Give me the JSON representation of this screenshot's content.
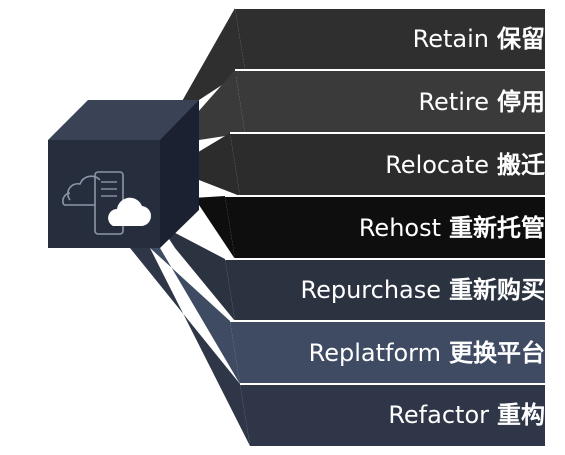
{
  "strategies": [
    {
      "en": "Retain",
      "zh": "保留",
      "color": "#2f2f2f"
    },
    {
      "en": "Retire",
      "zh": "停用",
      "color": "#3a3a3a"
    },
    {
      "en": "Relocate",
      "zh": "搬迁",
      "color": "#2c2c2c"
    },
    {
      "en": "Rehost",
      "zh": "重新托管",
      "color": "#0e0e0e"
    },
    {
      "en": "Repurchase",
      "zh": "重新购买",
      "color": "#2b3240"
    },
    {
      "en": "Replatform",
      "zh": "更换平台",
      "color": "#3f4a63"
    },
    {
      "en": "Refactor",
      "zh": "重构",
      "color": "#2e3648"
    }
  ],
  "cube": {
    "front_color": "#262d3d",
    "top_color": "#3a4356",
    "side_color": "#1b2130",
    "icon": "cloud-document-icon"
  }
}
